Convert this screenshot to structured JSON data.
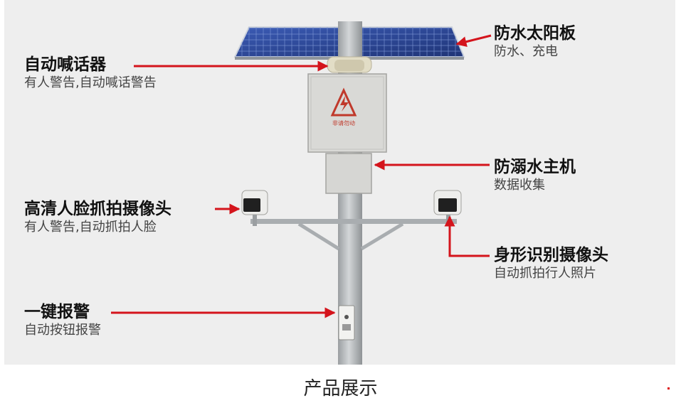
{
  "callouts": {
    "solar": {
      "title": "防水太阳板",
      "sub": "防水、充电"
    },
    "speaker": {
      "title": "自动喊话器",
      "sub": "有人警告,自动喊话警告"
    },
    "host": {
      "title": "防溺水主机",
      "sub": "数据收集"
    },
    "hd_camera": {
      "title": "高清人脸抓拍摄像头",
      "sub": "有人警告,自动抓拍人脸"
    },
    "body_camera": {
      "title": "身形识别摄像头",
      "sub": "自动抓拍行人照片"
    },
    "alarm": {
      "title": "一键报警",
      "sub": "自动按钮报警"
    }
  },
  "box_sign": "非请勿动",
  "caption": "产品展示",
  "colors": {
    "arrow": "#d4141c",
    "panel": "#eeeeee",
    "solar": "#2f4a9e",
    "pole": "#b8bcbf"
  },
  "icons": {
    "box_warning": "high-voltage-warning-icon"
  }
}
